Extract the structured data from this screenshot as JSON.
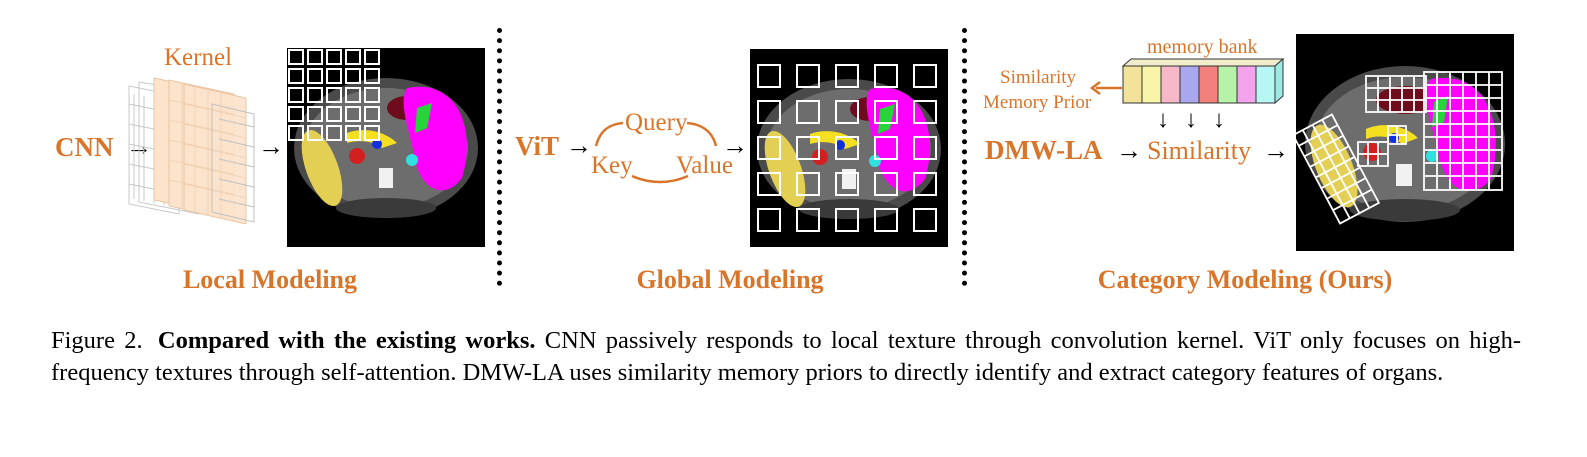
{
  "sections": {
    "cnn": {
      "label": "CNN",
      "kernel_label": "Kernel",
      "title": "Local Modeling"
    },
    "vit": {
      "label": "ViT",
      "query": "Query",
      "key": "Key",
      "value": "Value",
      "title": "Global Modeling"
    },
    "dmw": {
      "label": "DMW-LA",
      "memory_bank": "memory bank",
      "prior_line1": "Similarity",
      "prior_line2": "Memory Prior",
      "similarity": "Similarity",
      "title": "Category Modeling (Ours)"
    }
  },
  "arrow_glyph": "→",
  "down_arrow_glyph": "↓",
  "caption": {
    "figure_label": "Figure 2.",
    "bold_text": "Compared with the existing works.",
    "body": "CNN passively responds to local texture through convolution kernel. ViT only focuses on high-frequency textures through self-attention. DMW-LA uses similarity memory priors to directly identify and extract category features of organs."
  },
  "colors": {
    "accent": "#d9752a",
    "kernel_fill": "#fbe3cc",
    "memory_bank_cells": [
      "#f3e29a",
      "#f8f4a8",
      "#f6b7c6",
      "#a9a7ee",
      "#f2807c",
      "#b6f3a8",
      "#f3a2ec",
      "#b6f7f3"
    ]
  }
}
